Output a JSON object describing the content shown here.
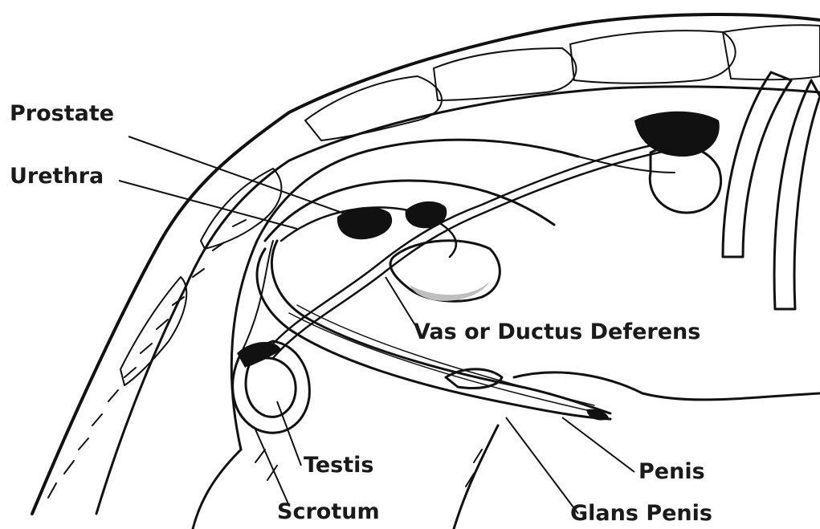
{
  "diagram": {
    "labels": {
      "prostate": "Prostate",
      "urethra": "Urethra",
      "vas": "Vas or Ductus Deferens",
      "testis": "Testis",
      "scrotum": "Scrotum",
      "penis": "Penis",
      "glans": "Glans Penis"
    },
    "colors": {
      "ink": "#111111",
      "shade": "#d9d9d9",
      "background": "#ffffff"
    }
  }
}
